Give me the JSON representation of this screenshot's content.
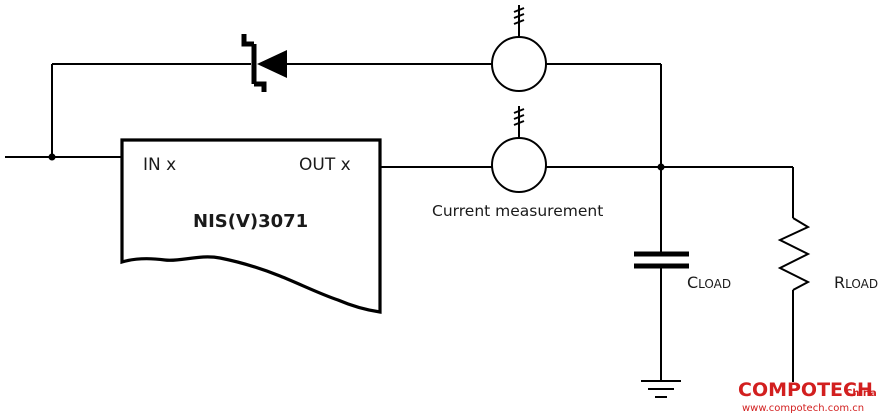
{
  "ic": {
    "part_number": "NIS(V)3071",
    "pin_in": "IN x",
    "pin_out": "OUT x"
  },
  "labels": {
    "current_measurement": "Current measurement",
    "cload_main": "C",
    "cload_sub": "LOAD",
    "rload_main": "R",
    "rload_sub": "LOAD"
  },
  "watermark": {
    "brand": "COMPOTECH",
    "region": "China",
    "url": "www.compotech.com.cn",
    "color": "#d21f1f"
  },
  "icons": [
    "tvs-diode-icon",
    "current-probe-icon",
    "capacitor-icon",
    "resistor-icon",
    "ground-icon"
  ]
}
